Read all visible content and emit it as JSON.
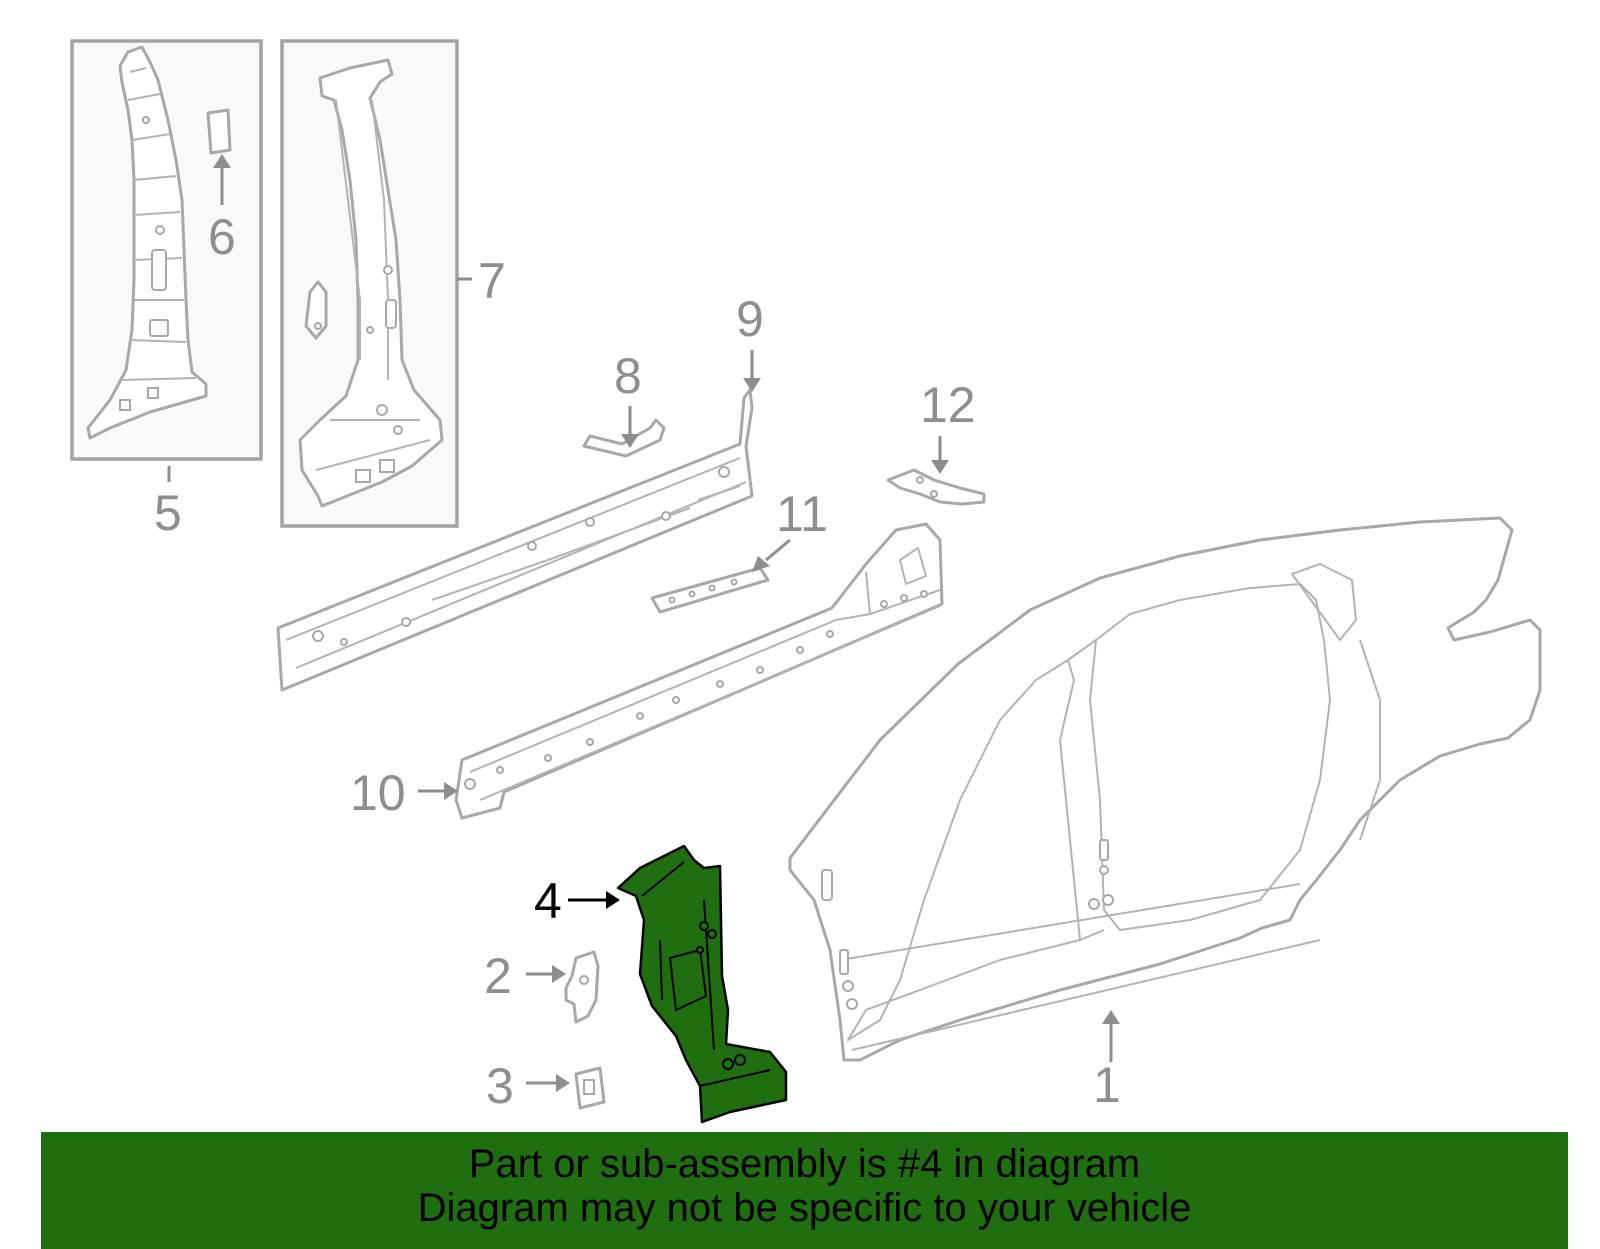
{
  "diagram": {
    "callouts": [
      "1",
      "2",
      "3",
      "4",
      "5",
      "6",
      "7",
      "8",
      "9",
      "10",
      "11",
      "12"
    ],
    "highlighted_part": "4",
    "highlight_color": "#1f6e10",
    "part_line_color": "#a8a8a8",
    "callout_color": "#8e8e8e"
  },
  "banner": {
    "line1": "Part or sub-assembly is #4 in diagram",
    "line2": "Diagram may not be specific to your vehicle",
    "background": "#1f6e10"
  }
}
